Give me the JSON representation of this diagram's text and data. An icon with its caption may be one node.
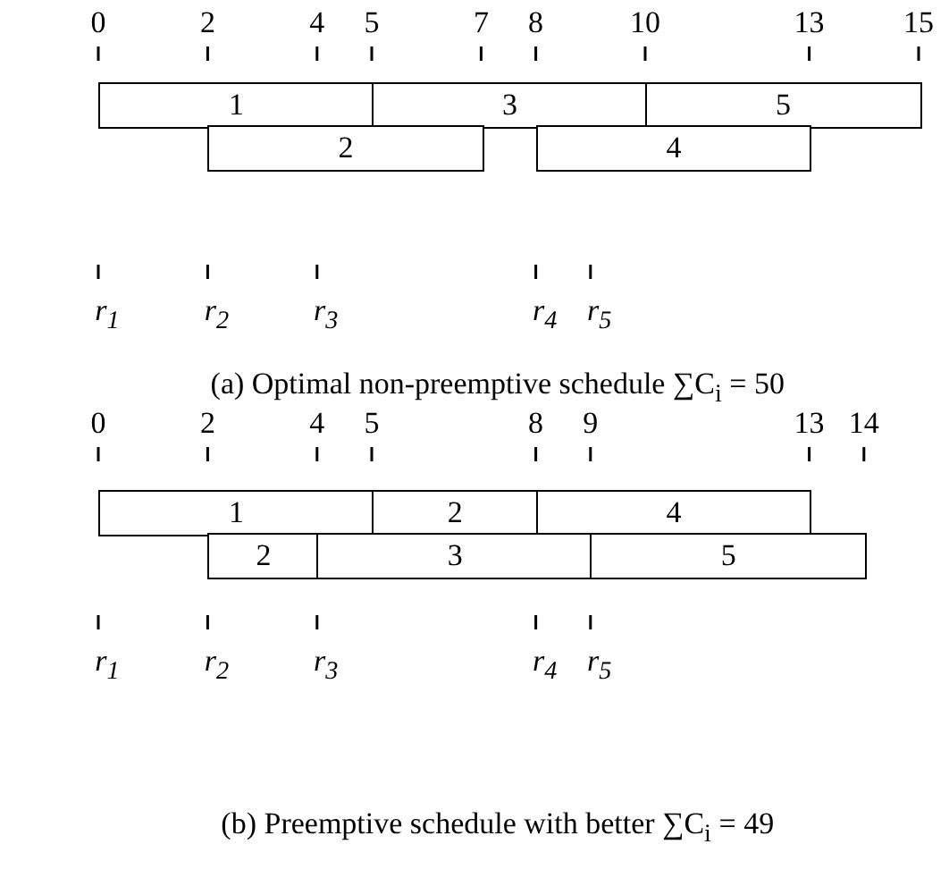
{
  "diagram": {
    "nodes": [
      {
        "text": [
          "1"
        ]
      },
      {
        "text": [
          "3"
        ]
      },
      {
        "text": [
          "5"
        ]
      },
      {
        "text": [
          "2"
        ]
      },
      {
        "text": [
          "4"
        ]
      },
      {
        "text": [
          "1"
        ]
      },
      {
        "text": [
          "2"
        ]
      },
      {
        "text": [
          "4"
        ]
      },
      {
        "text": [
          "2"
        ]
      },
      {
        "text": [
          "3"
        ]
      },
      {
        "text": [
          "5"
        ]
      }
    ],
    "labels": [
      "0",
      "2",
      "4",
      "5",
      "7",
      "8",
      "10",
      "13",
      "15",
      "r$_{1}$",
      "r$_{2}$",
      "r$_{3}$",
      "r$_{4}$",
      "r$_{5}$",
      "(a) Optimal non-preemptive schedule ∑C$_{i}$ = 50",
      "0",
      "2",
      "4",
      "5",
      "8",
      "9",
      "13",
      "14",
      "r$_{1}$",
      "r$_{2}$",
      "r$_{3}$",
      "r$_{4}$",
      "r$_{5}$",
      "(b) Preemptive schedule with better ∑C$_{i}$ = 49"
    ]
  }
}
